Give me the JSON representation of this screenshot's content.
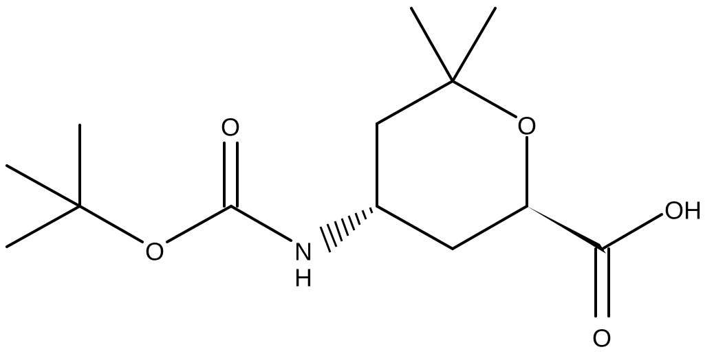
{
  "molecule": {
    "atoms": {
      "ring_oxygen": "O",
      "carbonyl_oxygen_boc": "O",
      "ester_oxygen_boc": "O",
      "amine_nitrogen": "N",
      "amine_hydrogen": "H",
      "hydroxyl": "OH",
      "carbonyl_oxygen_acid": "O"
    }
  },
  "colors": {
    "ink": "#000000",
    "background": "#ffffff"
  }
}
